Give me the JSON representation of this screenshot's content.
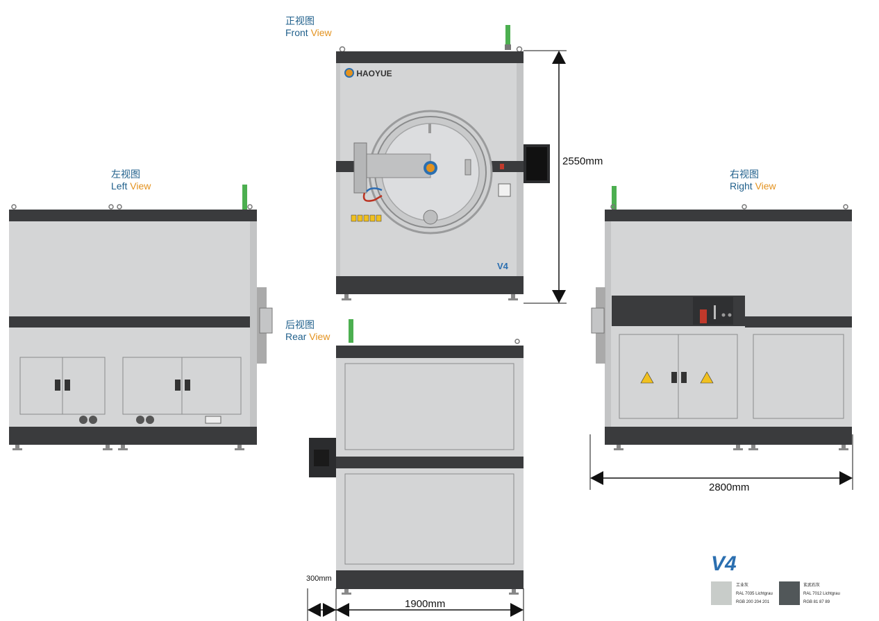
{
  "views": {
    "front": {
      "cn": "正视图",
      "en_word1": "Front",
      "en_word2": " View"
    },
    "left": {
      "cn": "左视图",
      "en_word1": "Left",
      "en_word2": " View"
    },
    "right": {
      "cn": "右视图",
      "en_word1": "Right",
      "en_word2": " View"
    },
    "rear": {
      "cn": "后视图",
      "en_word1": "Rear",
      "en_word2": " View"
    }
  },
  "dimensions": {
    "height": "2550mm",
    "length": "2800mm",
    "width": "1900mm",
    "clearance": "300mm"
  },
  "brand": {
    "logo_text": "HAOYUE",
    "model_badge": "V4"
  },
  "legend": {
    "model": "V4",
    "swatches": [
      {
        "name": "工业灰",
        "ral": "RAL 7035  Lichtgrau",
        "rgb": "RGB  200  204  201",
        "color": "#c8ccc9"
      },
      {
        "name": "玄武石灰",
        "ral": "RAL 7012 Lichtgrau",
        "rgb": "RGB  81  87  89",
        "color": "#515759"
      }
    ]
  },
  "colors": {
    "panel": "#d4d5d6",
    "band": "#3a3b3d",
    "label_blue": "#1f5f8b",
    "label_orange": "#e3921f",
    "indicator_green": "#4caf50"
  }
}
